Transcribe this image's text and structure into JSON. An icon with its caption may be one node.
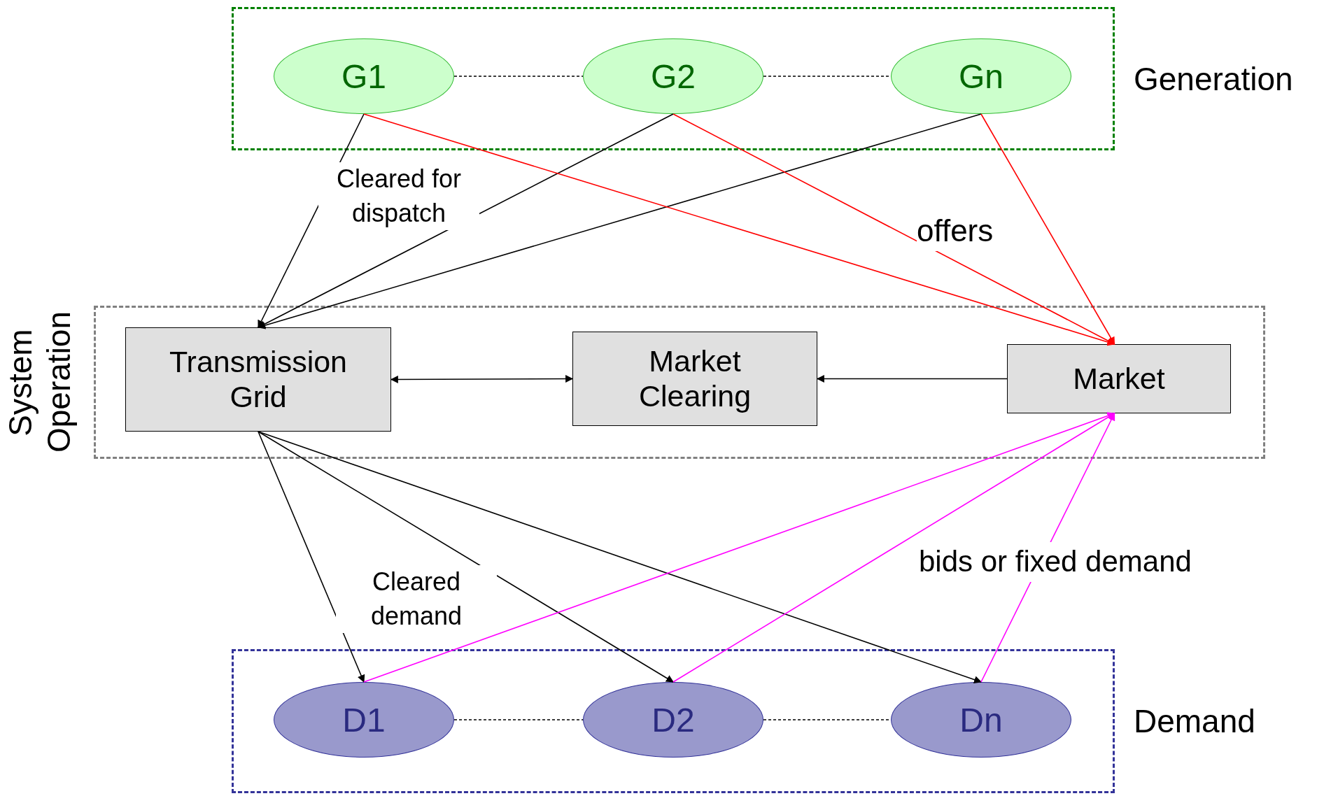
{
  "diagram": {
    "nodes": [
      {
        "text": [
          "Generation"
        ]
      },
      {
        "text": [
          "G1"
        ],
        "in": 0
      },
      {
        "text": [
          "G2"
        ],
        "in": 0
      },
      {
        "text": [
          "Gn"
        ],
        "in": 0
      },
      {
        "text": [
          "System Operation"
        ]
      },
      {
        "text": [
          "Transmission Grid"
        ],
        "in": 4
      },
      {
        "text": [
          "Market Clearing"
        ],
        "in": 4
      },
      {
        "text": [
          "Market"
        ],
        "in": 4
      },
      {
        "text": [
          "Demand"
        ]
      },
      {
        "text": [
          "D1"
        ],
        "in": 8
      },
      {
        "text": [
          "D2"
        ],
        "in": 8
      },
      {
        "text": [
          "Dn"
        ],
        "in": 8
      }
    ],
    "edges": [
      {
        "from": 1,
        "to": 2,
        "arrow": "none",
        "style": "dashed"
      },
      {
        "from": 2,
        "to": 3,
        "arrow": "none",
        "style": "dashed"
      },
      {
        "from": 1,
        "to": 5,
        "arrow": "to"
      },
      {
        "from": 2,
        "to": 5,
        "arrow": "to"
      },
      {
        "from": 3,
        "to": 5,
        "arrow": "to"
      },
      {
        "from": 1,
        "to": 7,
        "arrow": "to",
        "color": "#ff0000"
      },
      {
        "from": 2,
        "to": 7,
        "arrow": "to",
        "color": "#ff0000"
      },
      {
        "from": 3,
        "to": 7,
        "arrow": "to",
        "color": "#ff0000"
      },
      {
        "from": 5,
        "to": 6,
        "arrow": "both"
      },
      {
        "from": 7,
        "to": 6,
        "arrow": "to"
      },
      {
        "from": 5,
        "to": 9,
        "arrow": "to"
      },
      {
        "from": 5,
        "to": 10,
        "arrow": "to"
      },
      {
        "from": 5,
        "to": 11,
        "arrow": "to"
      },
      {
        "from": 9,
        "to": 7,
        "arrow": "to",
        "color": "#ff00ff"
      },
      {
        "from": 10,
        "to": 7,
        "arrow": "to",
        "color": "#ff00ff"
      },
      {
        "from": 11,
        "to": 7,
        "arrow": "to",
        "color": "#ff00ff"
      },
      {
        "from": 9,
        "to": 10,
        "arrow": "none",
        "style": "dashed"
      },
      {
        "from": 10,
        "to": 11,
        "arrow": "none",
        "style": "dashed"
      }
    ],
    "labels": [
      "Cleared for dispatch",
      "offers",
      "Cleared demand",
      "bids or fixed demand"
    ]
  }
}
